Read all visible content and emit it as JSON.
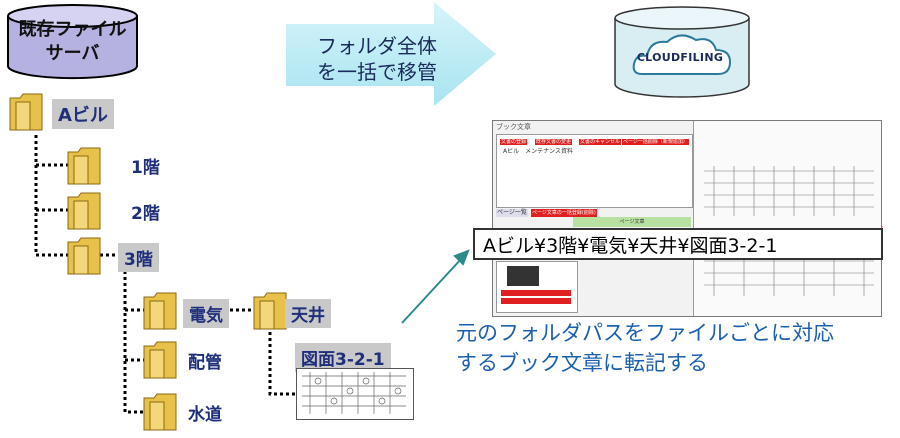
{
  "source": {
    "title_line1": "既存ファイル",
    "title_line2": "サーバ"
  },
  "migrate": {
    "line1": "フォルダ全体",
    "line2": "を一括で移管"
  },
  "cloud": {
    "name": "CLOUDFILING"
  },
  "tree": {
    "root": "Aビル",
    "floor1": "1階",
    "floor2": "2階",
    "floor3": "3階",
    "electric": "電気",
    "piping": "配管",
    "water": "水道",
    "ceiling": "天井",
    "drawing": "図面3-2-1"
  },
  "screen": {
    "panel_title": "ブック文章",
    "btn1": "文書の登録",
    "btn2": "既存文書の変更",
    "btn3": "文書のキャンセル",
    "btn4": "ページ一括削除（新規追加）",
    "doc_line": "Aビル　メンテナンス資料",
    "pages_tab": "ページ一覧",
    "pages_btn": "ページ文章の一括登録(削除)",
    "page_text": "ページ文章",
    "path": "Aビル¥3階¥電気¥天井¥図面3-2-1"
  },
  "caption": {
    "line1": "元のフォルダパスをファイルごとに対応",
    "line2": "するブック文章に転記する"
  },
  "colors": {
    "folder": "#e8c14a",
    "arrow": "#a8e4f0",
    "cloud_tint": "#bfe6ee",
    "accent_red": "#e02020",
    "caption": "#1c5fae"
  }
}
